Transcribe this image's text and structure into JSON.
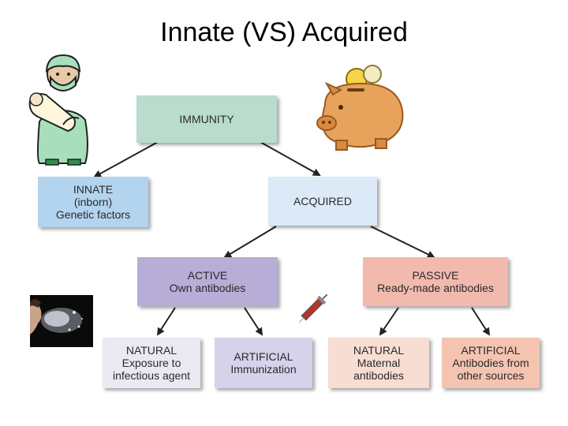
{
  "title": "Innate (VS) Acquired",
  "nodes": {
    "immunity": {
      "line1": "IMMUNITY",
      "color": "#b9dccd"
    },
    "innate": {
      "line1": "INNATE",
      "line2": "(inborn)",
      "line3": "Genetic factors",
      "color": "#b3d4ef"
    },
    "acquired": {
      "line1": "ACQUIRED",
      "color": "#dbeaf6"
    },
    "active": {
      "line1": "ACTIVE",
      "line2": "Own antibodies",
      "color": "#b7add6"
    },
    "passive": {
      "line1": "PASSIVE",
      "line2": "Ready-made antibodies",
      "color": "#f2b9ad"
    },
    "natural_active": {
      "line1": "NATURAL",
      "line2": "Exposure to",
      "line3": "infectious agent",
      "color": "#ebe8f4"
    },
    "artificial_active": {
      "line1": "ARTIFICIAL",
      "line2": "Immunization",
      "color": "#d7d1eb"
    },
    "natural_passive": {
      "line1": "NATURAL",
      "line2": "Maternal",
      "line3": "antibodies",
      "color": "#f7ddd2"
    },
    "artificial_passive": {
      "line1": "ARTIFICIAL",
      "line2": "Antibodies from",
      "line3": "other sources",
      "color": "#f5c4b1"
    }
  },
  "icons": [
    "nurse-holding-baby-icon",
    "piggy-bank-icon",
    "syringe-icon",
    "sneeze-icon"
  ]
}
